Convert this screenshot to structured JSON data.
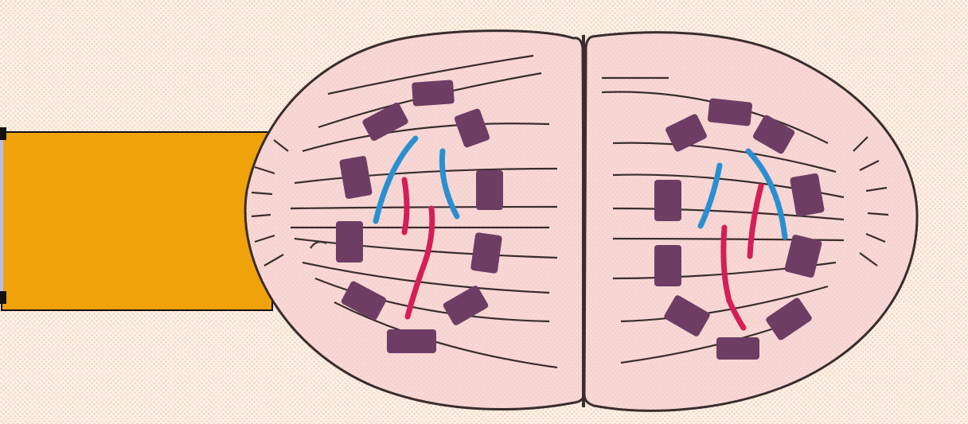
{
  "diagram": {
    "type": "cell-division-telophase",
    "colors": {
      "background": "#fbf2e4",
      "background_dots": "#f3c9c4",
      "cell_fill": "#f6d3d1",
      "cell_outline": "#3a2d2d",
      "spindle_fiber": "#3a2d2d",
      "chromosome_block": "#6e3d64",
      "chromosome_blue": "#2a8fd0",
      "chromosome_red": "#d51e57",
      "label_bar_fill": "#f0a20a",
      "label_bar_border": "#111111"
    },
    "parts": [
      "label-bar",
      "daughter-cell-left",
      "daughter-cell-right",
      "cleavage-furrow",
      "nuclear-envelope-fragments",
      "spindle-fibers",
      "chromosomes"
    ]
  }
}
